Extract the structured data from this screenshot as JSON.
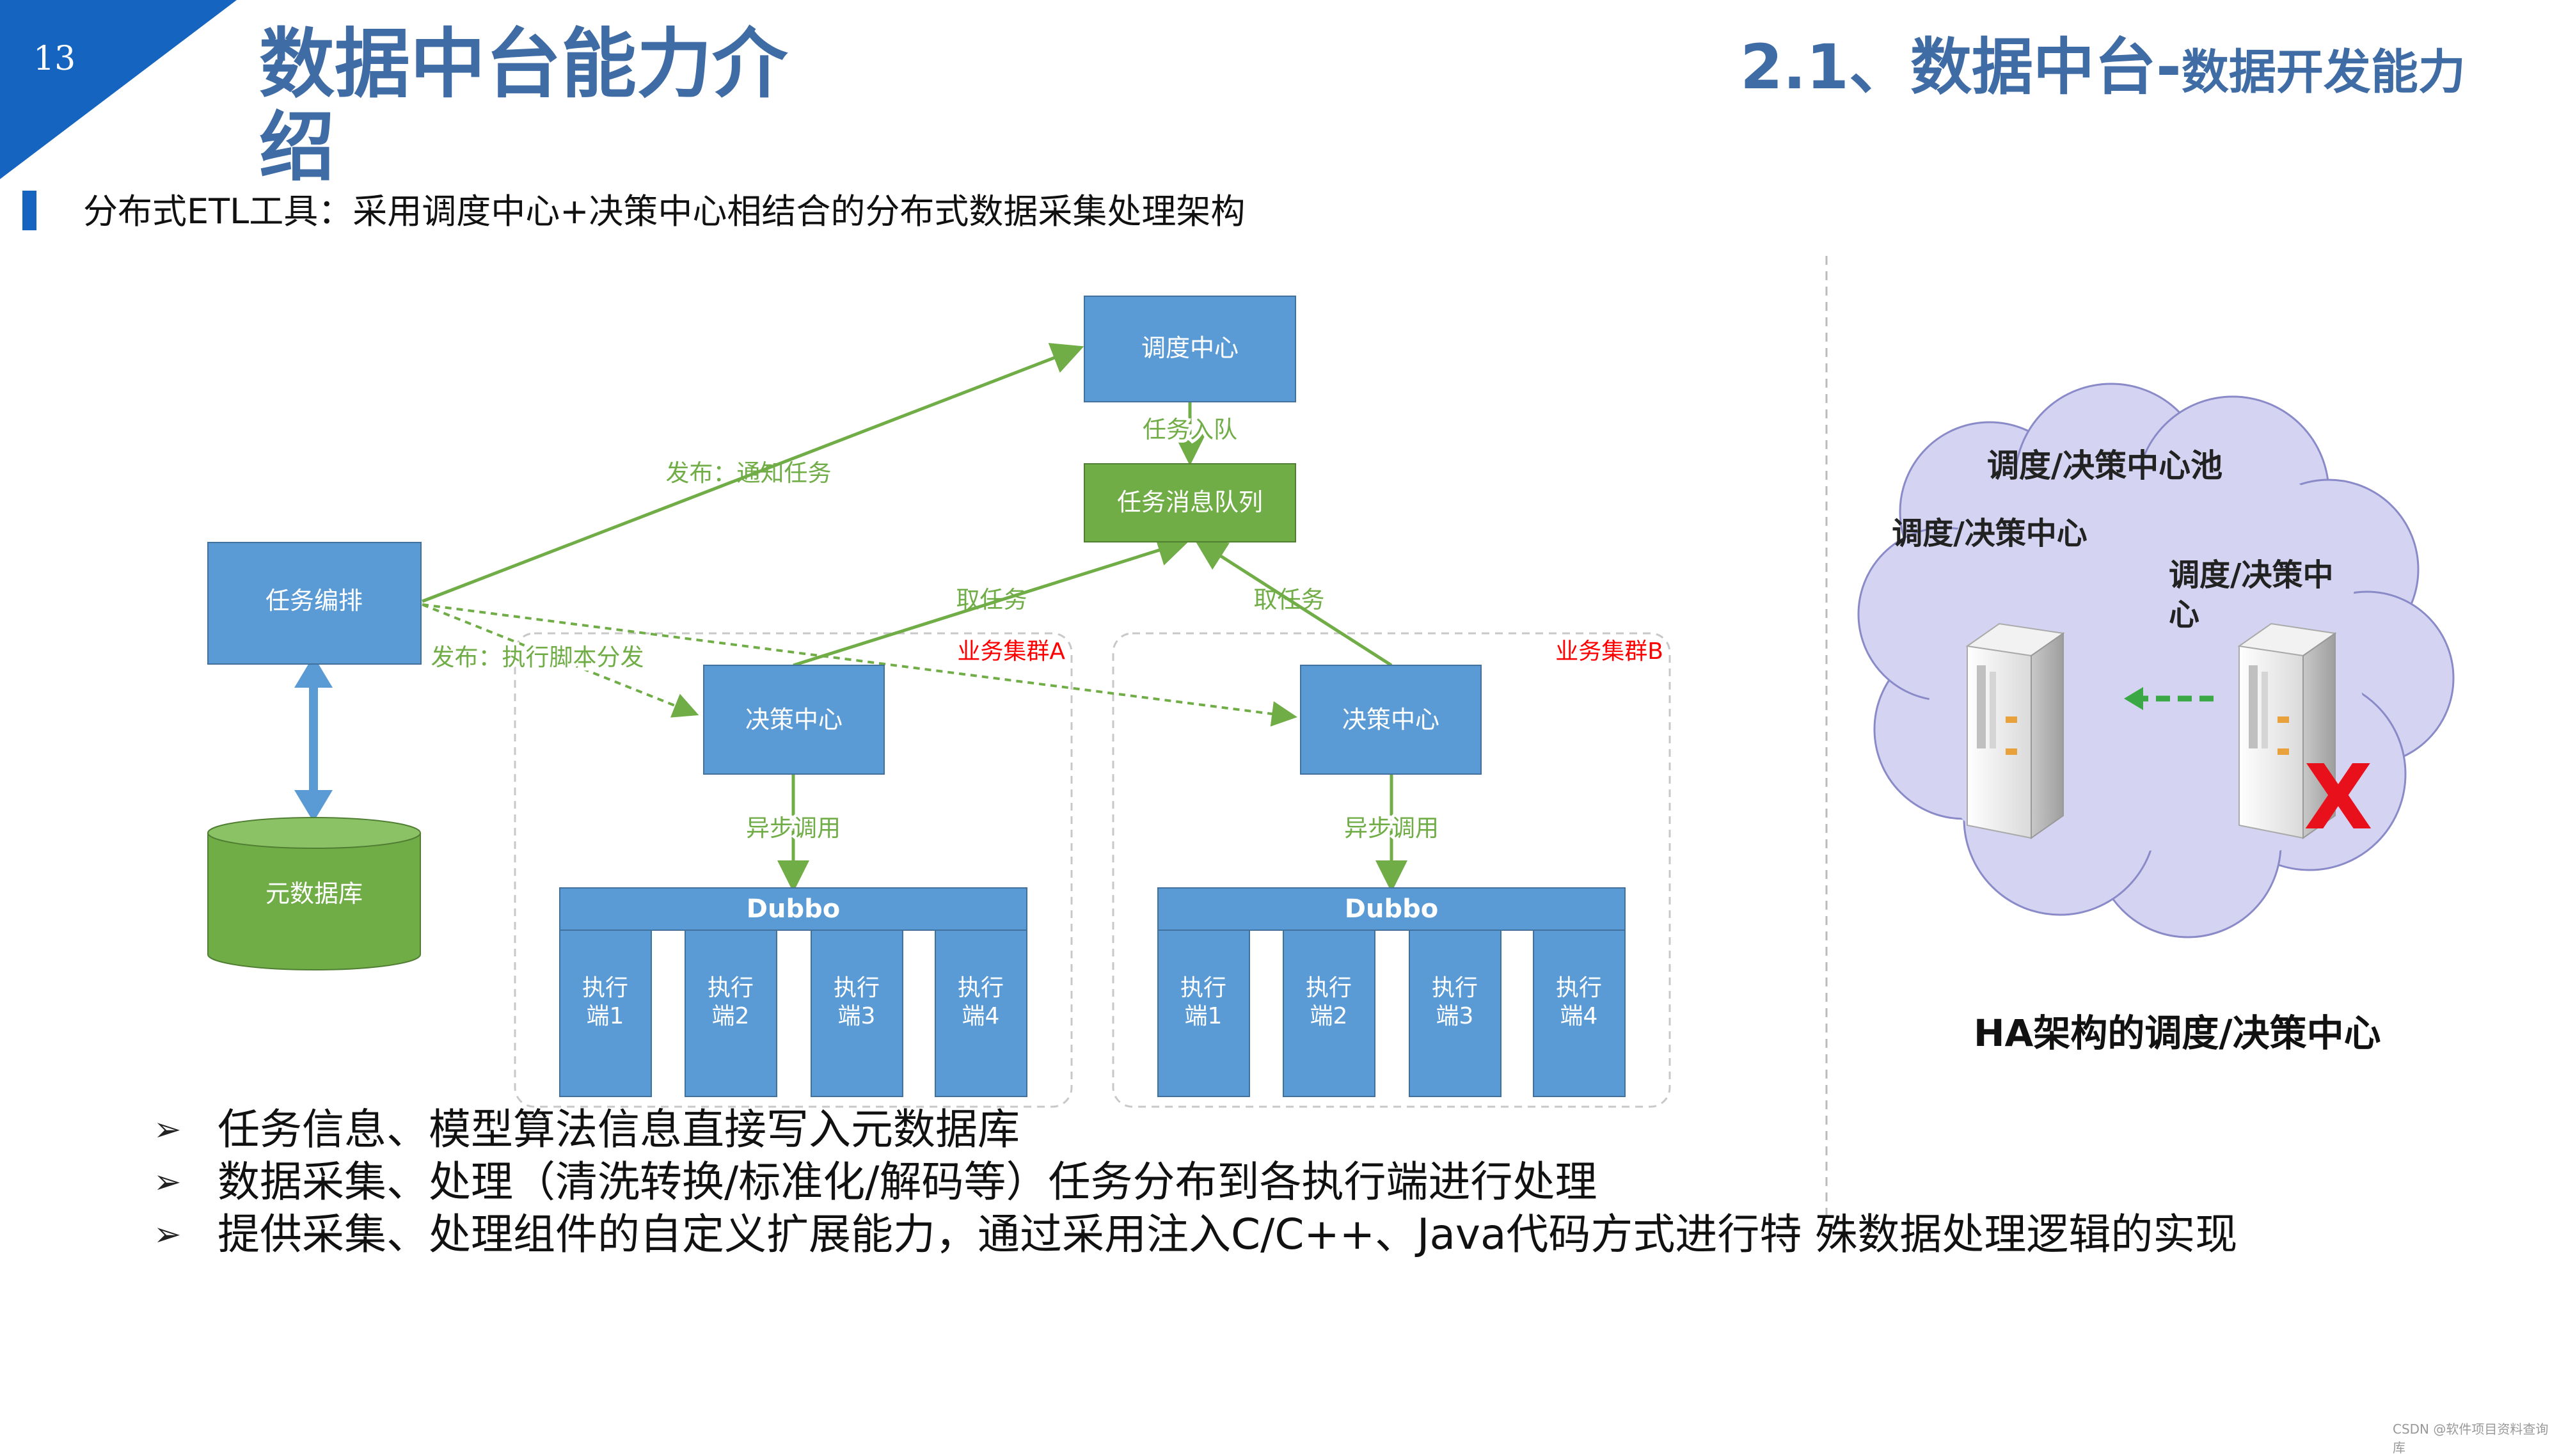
{
  "slide": {
    "page_number": "13",
    "title": "数据中台能力介绍",
    "subtitle_big": "2.1、数据中台-",
    "subtitle_small": "数据开发能力",
    "intro": "分布式ETL工具：采用调度中心+决策中心相结合的分布式数据采集处理架构",
    "bullets": [
      "任务信息、模型算法信息直接写入元数据库",
      "数据采集、处理（清洗转换/标准化/解码等）任务分布到各执行端进行处理",
      "提供采集、处理组件的自定义扩展能力，通过采用注入C/C++、Java代码方式进行特 殊数据处理逻辑的实现"
    ],
    "watermark": "CSDN @软件项目资料查询库"
  },
  "colors": {
    "accent_blue": "#1565C0",
    "title_blue": "#3F6CA5",
    "box_blue": "#5B9BD5",
    "box_green": "#70AD47",
    "edge_green": "#70AD47",
    "cluster_label_red": "#FF0000",
    "cloud_fill": "#D4D4F2"
  },
  "diagram": {
    "nodes": {
      "scheduler": "调度中心",
      "task_queue": "任务消息队列",
      "orchestration": "任务编排",
      "metadata_db": "元数据库",
      "decision_a": "决策中心",
      "decision_b": "决策中心",
      "dubbo_a": "Dubbo",
      "dubbo_b": "Dubbo"
    },
    "clusters": {
      "a": "业务集群A",
      "b": "业务集群B"
    },
    "executors": [
      [
        "执行",
        "端1"
      ],
      [
        "执行",
        "端2"
      ],
      [
        "执行",
        "端3"
      ],
      [
        "执行",
        "端4"
      ]
    ],
    "edges": {
      "publish_notify": "发布：通知任务",
      "enqueue": "任务入队",
      "take_task_a": "取任务",
      "take_task_b": "取任务",
      "publish_script": "发布：执行脚本分发",
      "async_a": "异步调用",
      "async_b": "异步调用"
    }
  },
  "ha": {
    "pool_label": "调度/决策中心池",
    "server_left_label": "调度/决策中心",
    "server_right_label_line1": "调度/决策中",
    "server_right_label_line2": "心",
    "caption": "HA架构的调度/决策中心",
    "failed_mark": "X"
  }
}
